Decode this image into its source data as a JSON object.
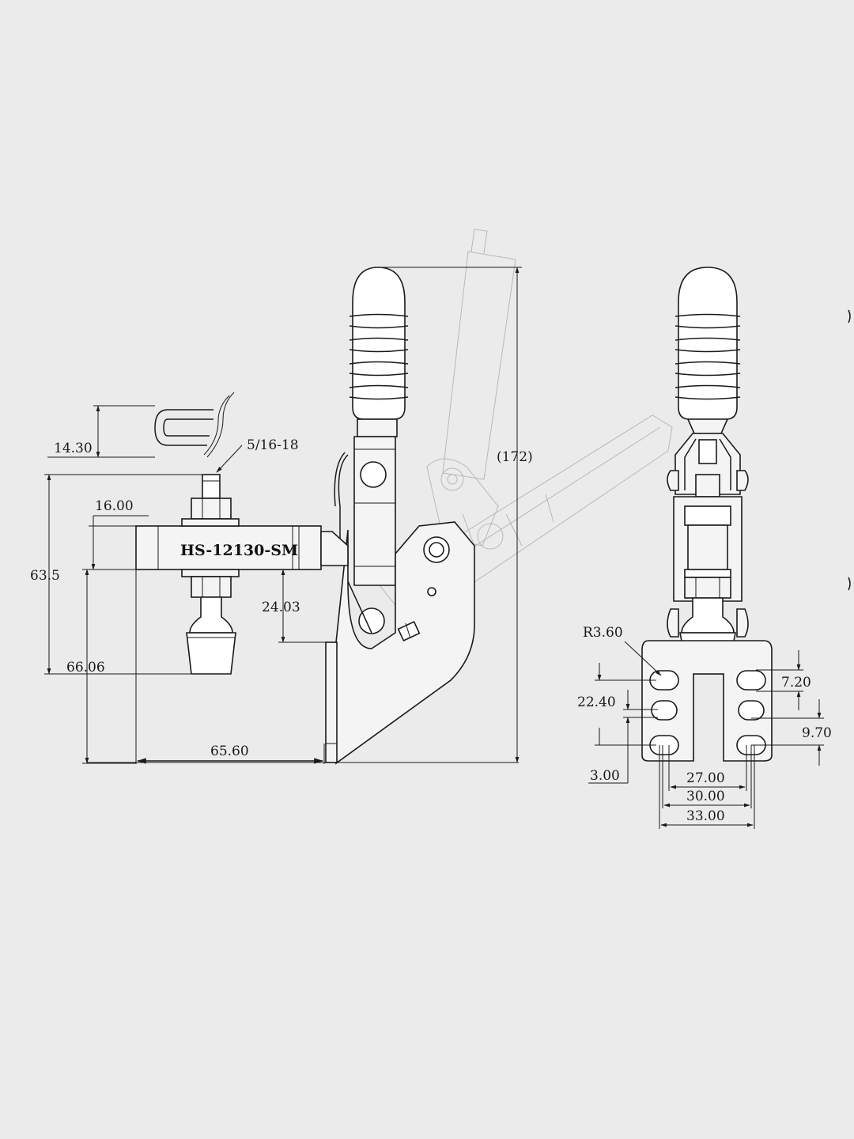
{
  "drawing": {
    "model_label": "HS-12130-SM",
    "thread_label": "5/16-18",
    "side_view_dims": {
      "slot_width": "14.30",
      "arm_height": "16.00",
      "overall_reach_height": "63.5",
      "spindle_length": "66.06",
      "base_to_arm": "24.03",
      "horizontal_reach": "65.60",
      "overall_height": "(172)"
    },
    "front_view_dims": {
      "slot_radius": "R3.60",
      "hole_offset_top": "7.20",
      "hole_pitch_left": "22.40",
      "hole_pitch_right": "9.70",
      "edge_offset": "3.00",
      "inner_span": "27.00",
      "mid_span": "30.00",
      "outer_span": "33.00"
    }
  }
}
